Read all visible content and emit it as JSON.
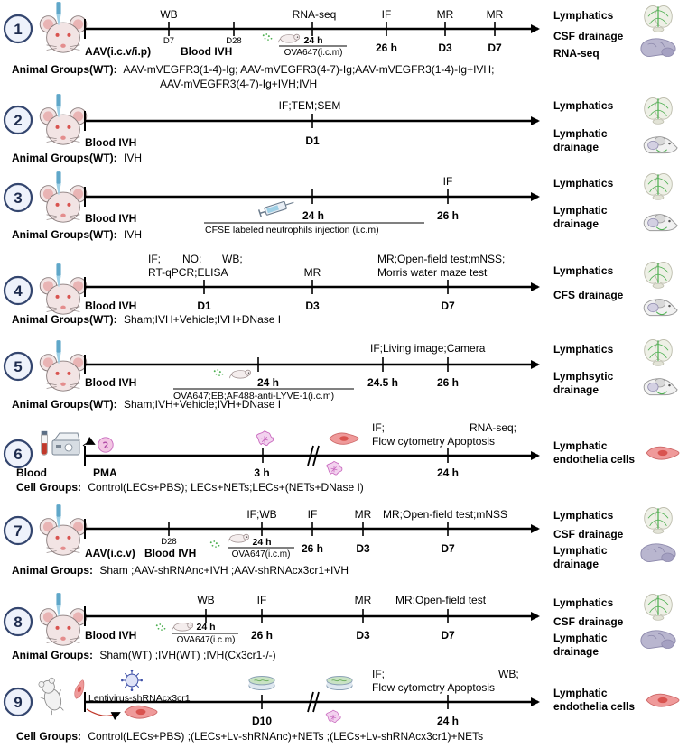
{
  "panels": [
    {
      "number": "1",
      "top_labels": [
        "WB",
        "RNA-seq",
        "IF",
        "MR",
        "MR"
      ],
      "small_labels": [
        "D7",
        "D28",
        "24 h"
      ],
      "bottom_labels": [
        "26 h",
        "D3",
        "D7"
      ],
      "injection": "OVA647(i.c.m)",
      "left_primary": "AAV(i.c.v/i.p)",
      "left_secondary": "Blood IVH",
      "group_heading": "Animal Groups(WT):",
      "group_line1": "AAV-mVEGFR3(1-4)-Ig; AAV-mVEGFR3(4-7)-Ig;AAV-mVEGFR3(1-4)-Ig+IVH;",
      "group_line2": "AAV-mVEGFR3(4-7)-Ig+IVH;IVH",
      "outcomes": [
        "Lymphatics",
        "CSF drainage",
        "RNA-seq"
      ]
    },
    {
      "number": "2",
      "top_labels": [
        "IF;TEM;SEM"
      ],
      "bottom_labels": [
        "D1"
      ],
      "left_primary": "Blood IVH",
      "group_heading": "Animal Groups(WT):",
      "group_line1": "IVH",
      "outcomes": [
        "Lymphatics",
        "Lymphatic",
        "drainage"
      ]
    },
    {
      "number": "3",
      "top_labels": [
        "IF"
      ],
      "bottom_labels": [
        "24 h",
        "26 h"
      ],
      "injection": "CFSE labeled neutrophils injection   (i.c.m)",
      "left_primary": "Blood IVH",
      "group_heading": "Animal Groups(WT):",
      "group_line1": "IVH",
      "outcomes": [
        "Lymphatics",
        "Lymphatic",
        "drainage"
      ]
    },
    {
      "number": "4",
      "top_row1": [
        "IF;",
        "NO;",
        "WB;"
      ],
      "top_row2": "RT-qPCR;ELISA",
      "top_labels": [
        "MR",
        "MR;Open-field test;mNSS;",
        "Morris  water  maze  test"
      ],
      "bottom_labels": [
        "D1",
        "D3",
        "D7"
      ],
      "left_primary": "Blood IVH",
      "group_heading": "Animal Groups(WT):",
      "group_line1": "Sham;IVH+Vehicle;IVH+DNase I",
      "outcomes": [
        "Lymphatics",
        "CFS drainage"
      ]
    },
    {
      "number": "5",
      "top_labels": [
        "IF;Living image;Camera"
      ],
      "bottom_labels": [
        "24 h",
        "24.5 h",
        "26 h"
      ],
      "injection": "OVA647;EB;AF488-anti-LYVE-1(i.c.m)",
      "left_primary": "Blood IVH",
      "group_heading": "Animal Groups(WT):",
      "group_line1": "Sham;IVH+Vehicle;IVH+DNase I",
      "outcomes": [
        "Lymphatics",
        "Lymphsytic",
        "drainage"
      ]
    },
    {
      "number": "6",
      "top_row1": [
        "IF;",
        "RNA-seq;"
      ],
      "top_row2": "Flow cytometry Apoptosis",
      "bottom_labels": [
        "3 h",
        "24 h"
      ],
      "left_primary": "Blood",
      "left_secondary": "PMA",
      "group_heading": "Cell Groups:",
      "group_line1": "Control(LECs+PBS); LECs+NETs;LECs+(NETs+DNase I)",
      "outcomes": [
        "Lymphatic",
        "endothelia cells"
      ]
    },
    {
      "number": "7",
      "top_labels": [
        "IF;WB",
        "IF",
        "MR",
        "MR;Open-field test;mNSS"
      ],
      "small_labels": [
        "D28",
        "24 h"
      ],
      "bottom_labels": [
        "26 h",
        "D3",
        "D7"
      ],
      "injection": "OVA647(i.c.m)",
      "left_primary": "AAV(i.c.v)",
      "left_secondary": "Blood IVH",
      "group_heading": "Animal Groups:",
      "group_line1": "Sham ;AAV-shRNAnc+IVH ;AAV-shRNAcx3cr1+IVH",
      "outcomes": [
        "Lymphatics",
        "CSF drainage",
        "Lymphatic",
        "drainage"
      ]
    },
    {
      "number": "8",
      "top_labels": [
        "WB",
        "IF",
        "MR",
        "MR;Open-field test"
      ],
      "small_labels": [
        "24 h"
      ],
      "bottom_labels": [
        "26 h",
        "D3",
        "D7"
      ],
      "injection": "OVA647(i.c.m)",
      "left_primary": "Blood IVH",
      "group_heading": "Animal Groups:",
      "group_line1": "Sham(WT) ;IVH(WT) ;IVH(Cx3cr1-/-)",
      "outcomes": [
        "Lymphatics",
        "CSF drainage",
        "Lymphatic",
        "drainage"
      ]
    },
    {
      "number": "9",
      "top_row1": [
        "IF;",
        "WB;"
      ],
      "top_row2": "Flow cytometry Apoptosis",
      "bottom_labels": [
        "D10",
        "24 h"
      ],
      "left_primary": "Lentivirus-shRNAcx3cr1",
      "group_heading": "Cell Groups:",
      "group_line1": "Control(LECs+PBS) ;(LECs+Lv-shRNAnc)+NETs ;(LECs+Lv-shRNAcx3cr1)+NETs",
      "outcomes": [
        "Lymphatic",
        "endothelia cells"
      ]
    }
  ],
  "colors": {
    "badge_fill": "#eef2fb",
    "badge_stroke": "#33456e",
    "mouse_body": "#f2e4e4",
    "mouse_ear": "#e9b4b4",
    "pipette": "#5fa7c9",
    "brain": "#eef0e6",
    "brain_vessel": "#4caf50",
    "side_brain": "#b9b6cf",
    "cell_fill": "#ef9a9a",
    "cell_core": "#d9534f",
    "neutrophil": "#c96bbf",
    "dish_fill": "#c9e3c4"
  }
}
